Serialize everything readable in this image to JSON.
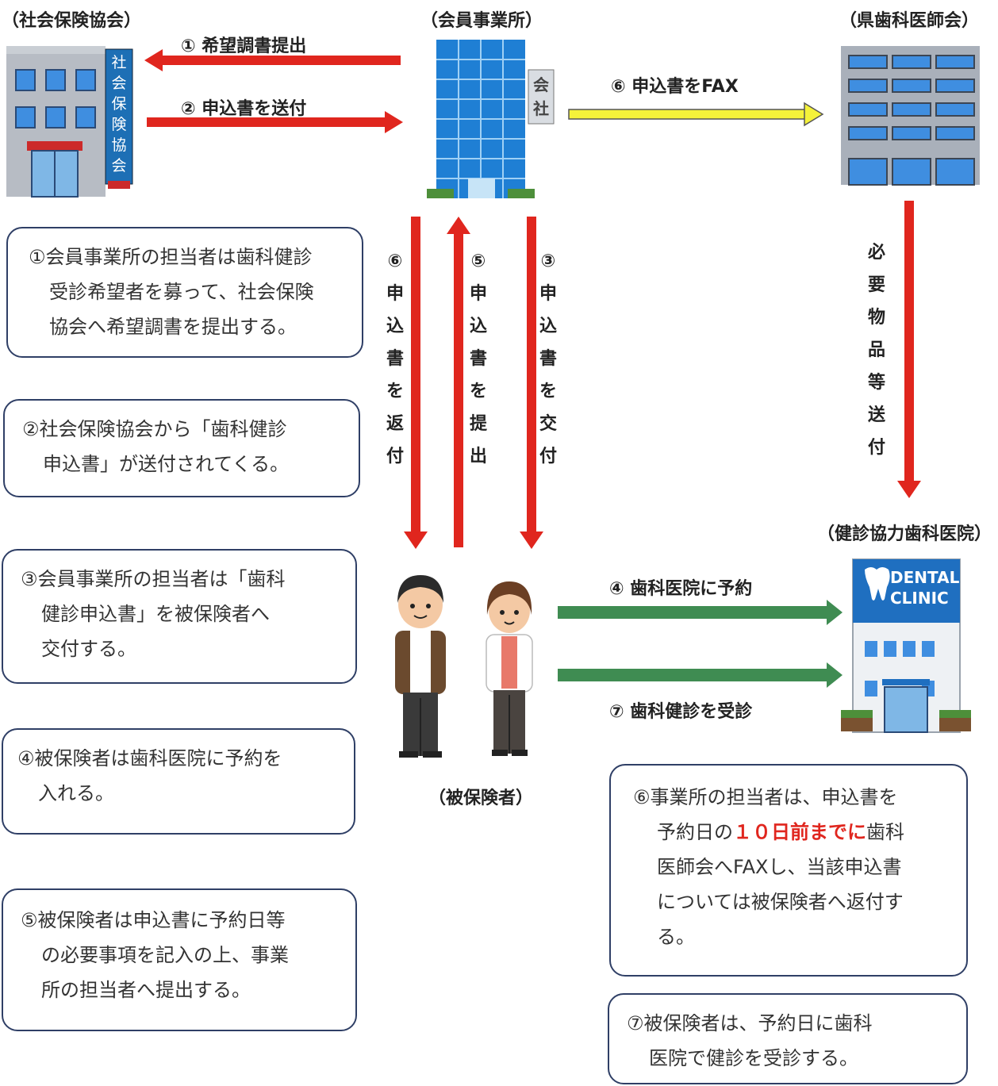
{
  "entities": {
    "association": "（社会保険協会）",
    "office": "（会員事業所）",
    "dental_association": "（県歯科医師会）",
    "clinic": "（健診協力歯科医院）",
    "insured": "（被保険者）"
  },
  "building_signs": {
    "association_sign": [
      "社",
      "会",
      "保",
      "険",
      "協",
      "会"
    ],
    "office_sign": [
      "会",
      "社"
    ],
    "clinic_sign_1": "DENTAL",
    "clinic_sign_2": "CLINIC"
  },
  "arrows": {
    "a1": "① 希望調書提出",
    "a2": "② 申込書を送付",
    "a6fax": "⑥ 申込書をFAX",
    "a4": "④ 歯科医院に予約",
    "a7": "⑦ 歯科健診を受診"
  },
  "vertical_labels": {
    "v6": [
      "⑥",
      "申",
      "込",
      "書",
      "を",
      "返",
      "付"
    ],
    "v5": [
      "⑤",
      "申",
      "込",
      "書",
      "を",
      "提",
      "出"
    ],
    "v3": [
      "③",
      "申",
      "込",
      "書",
      "を",
      "交",
      "付"
    ],
    "supplies": [
      "必",
      "要",
      "物",
      "品",
      "等",
      "送",
      "付"
    ]
  },
  "steps": {
    "s1": [
      "①会員事業所の担当者は歯科健診",
      "受診希望者を募って、社会保険",
      "協会へ希望調書を提出する。"
    ],
    "s2": [
      "②社会保険協会から「歯科健診",
      "申込書」が送付されてくる。"
    ],
    "s3": [
      "③会員事業所の担当者は「歯科",
      "健診申込書」を被保険者へ",
      "交付する。"
    ],
    "s4": [
      "④被保険者は歯科医院に予約を",
      "入れる。"
    ],
    "s5": [
      "⑤被保険者は申込書に予約日等",
      "の必要事項を記入の上、事業",
      "所の担当者へ提出する。"
    ],
    "s6": {
      "line1": "⑥事業所の担当者は、申込書を",
      "line2_pre": "予約日の",
      "line2_emph": "１０日前までに",
      "line2_post": "歯科",
      "line3": "医師会へFAXし、当該申込書",
      "line4": "については被保険者へ返付す",
      "line5": "る。"
    },
    "s7": [
      "⑦被保険者は、予約日に歯科",
      "医院で健診を受診する。"
    ]
  },
  "colors": {
    "red_arrow": "#e0261e",
    "yellow_arrow": "#f5f23a",
    "green_arrow": "#3f8c52",
    "box_border": "#2f3f66",
    "emphasis": "#e0261e"
  }
}
